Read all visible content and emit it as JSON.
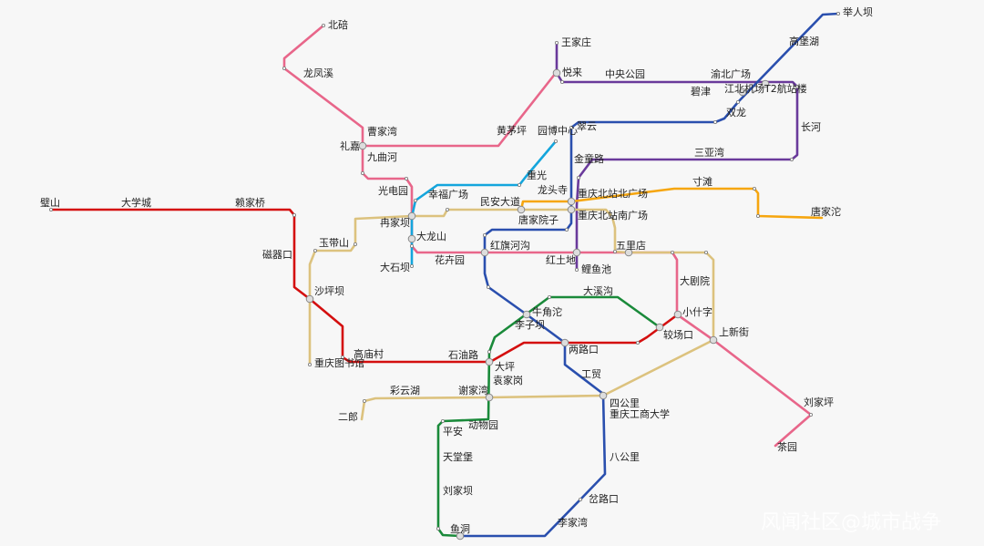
{
  "lines": [
    {
      "id": "red",
      "color": "#d40f0f"
    },
    {
      "id": "pink",
      "color": "#e8668a"
    },
    {
      "id": "purple",
      "color": "#6a3a9b"
    },
    {
      "id": "blue",
      "color": "#2a4fae"
    },
    {
      "id": "cyan",
      "color": "#14a5dc"
    },
    {
      "id": "tan",
      "color": "#dcc27e"
    },
    {
      "id": "orange",
      "color": "#f6a60f"
    },
    {
      "id": "green",
      "color": "#1a8a3a"
    }
  ],
  "labels": [
    "举人坝",
    "高堡湖",
    "王家庄",
    "悦来",
    "中央公园",
    "渝北广场",
    "碧津",
    "江北机场T2航站楼",
    "双龙",
    "长河",
    "北碚",
    "龙凤溪",
    "曹家湾",
    "礼嘉",
    "九曲河",
    "黄茅坪",
    "园博中心",
    "翠云",
    "金童路",
    "三亚湾",
    "重光",
    "龙头寺",
    "寸滩",
    "唐家沱",
    "光电园",
    "幸福广场",
    "民安大道",
    "重庆北站北广场",
    "重庆北站南广场",
    "唐家院子",
    "璧山",
    "大学城",
    "赖家桥",
    "冉家坝",
    "大龙山",
    "玉带山",
    "磁器口",
    "大石坝",
    "花卉园",
    "红旗河沟",
    "红土地",
    "五里店",
    "鲤鱼池",
    "沙坪坝",
    "大剧院",
    "大溪沟",
    "牛角沱",
    "李子坝",
    "小什字",
    "较场口",
    "上新街",
    "高庙村",
    "石油路",
    "两路口",
    "重庆图书馆",
    "大坪",
    "袁家岗",
    "工贸",
    "彩云湖",
    "谢家湾",
    "四公里",
    "重庆工商大学",
    "二郎",
    "平安",
    "动物园",
    "刘家坪",
    "茶园",
    "天堂堡",
    "八公里",
    "刘家坝",
    "岔路口",
    "鱼洞",
    "李家湾"
  ],
  "watermark": "风闻社区@城市战争"
}
